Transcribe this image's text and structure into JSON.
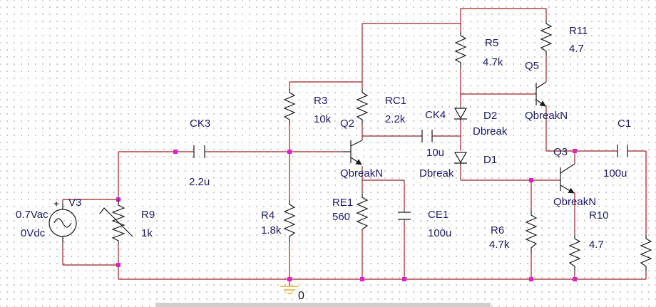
{
  "colors": {
    "wire": "#9a2020",
    "part": "#1a1a1a",
    "label": "#1a1a6a",
    "junction": "#e020c8",
    "ground": "#d8a000"
  },
  "labels": {
    "ck3": "CK3",
    "ck3_value": "2.2u",
    "v3": "V3",
    "v3_ac": "0.7Vac",
    "v3_dc": "0Vdc",
    "r9": "R9",
    "r9_value": "1k",
    "r4": "R4",
    "r4_value": "1.8k",
    "r3": "R3",
    "r3_value": "10k",
    "q2": "Q2",
    "q2_model": "QbreakN",
    "rc1": "RC1",
    "rc1_value": "2.2k",
    "re1": "RE1",
    "re1_value": "560",
    "ce1": "CE1",
    "ce1_value": "100u",
    "ck4": "CK4",
    "ck4_value": "10u",
    "r5": "R5",
    "r5_value": "4.7k",
    "d2": "D2",
    "d2_model": "Dbreak",
    "d1": "D1",
    "d1_model": "Dbreak",
    "r6": "R6",
    "r6_value": "4.7k",
    "r11": "R11",
    "r11_value": "4.7",
    "q5": "Q5",
    "q5_model": "QbreakN",
    "q3": "Q3",
    "q3_model": "QbreakN",
    "r10": "R10",
    "r10_value": "4.7",
    "c1": "C1",
    "c1_value": "100u",
    "gnd": "0"
  }
}
